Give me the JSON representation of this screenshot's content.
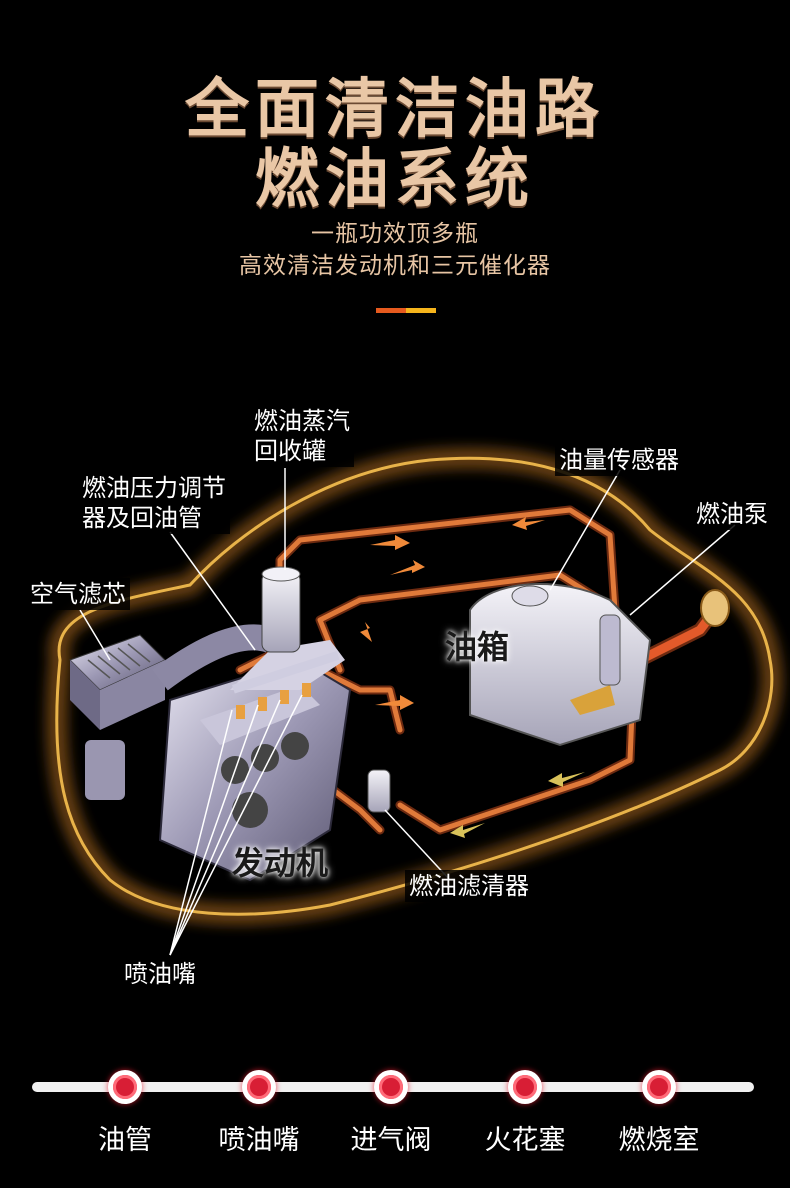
{
  "header": {
    "title_line1": "全面清洁油路",
    "title_line2": "燃油系统",
    "subtitle_line1": "一瓶功效顶多瓶",
    "subtitle_line2": "高效清洁发动机和三元催化器"
  },
  "colors": {
    "title": "#e9c7a6",
    "accent_red": "#e65a1e",
    "accent_yellow": "#f6b51c",
    "pipe": "#d4682a",
    "outline": "#d9a23a",
    "timeline_dot": "#d81e35"
  },
  "diagram": {
    "labels": {
      "vapor_recovery": "燃油蒸汽\n回收罐",
      "pressure_regulator": "燃油压力调节\n器及回油管",
      "fuel_level_sensor": "油量传感器",
      "fuel_pump": "燃油泵",
      "air_filter": "空气滤芯",
      "fuel_tank": "油箱",
      "engine": "发动机",
      "fuel_filter": "燃油滤清器",
      "injector": "喷油嘴"
    }
  },
  "timeline": {
    "items": [
      "油管",
      "喷油嘴",
      "进气阀",
      "火花塞",
      "燃烧室"
    ]
  }
}
